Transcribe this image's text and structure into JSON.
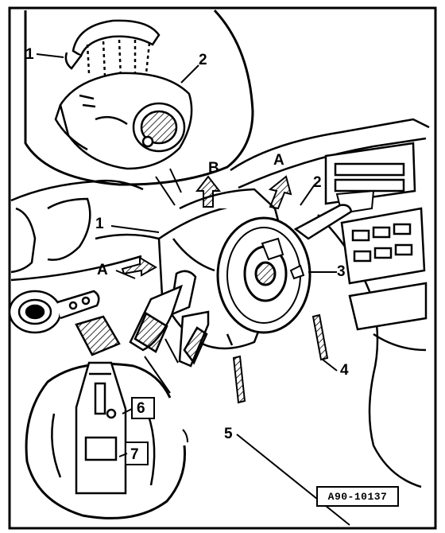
{
  "figure": {
    "reference_code": "A90-10137"
  },
  "callouts": {
    "c1_top": "1",
    "c2_top": "2",
    "c1_main": "1",
    "c2_main": "2",
    "c3": "3",
    "c4": "4",
    "c5": "5",
    "c6": "6",
    "c7": "7",
    "arrow_a_top": "A",
    "arrow_a_left": "A",
    "arrow_b": "B"
  }
}
